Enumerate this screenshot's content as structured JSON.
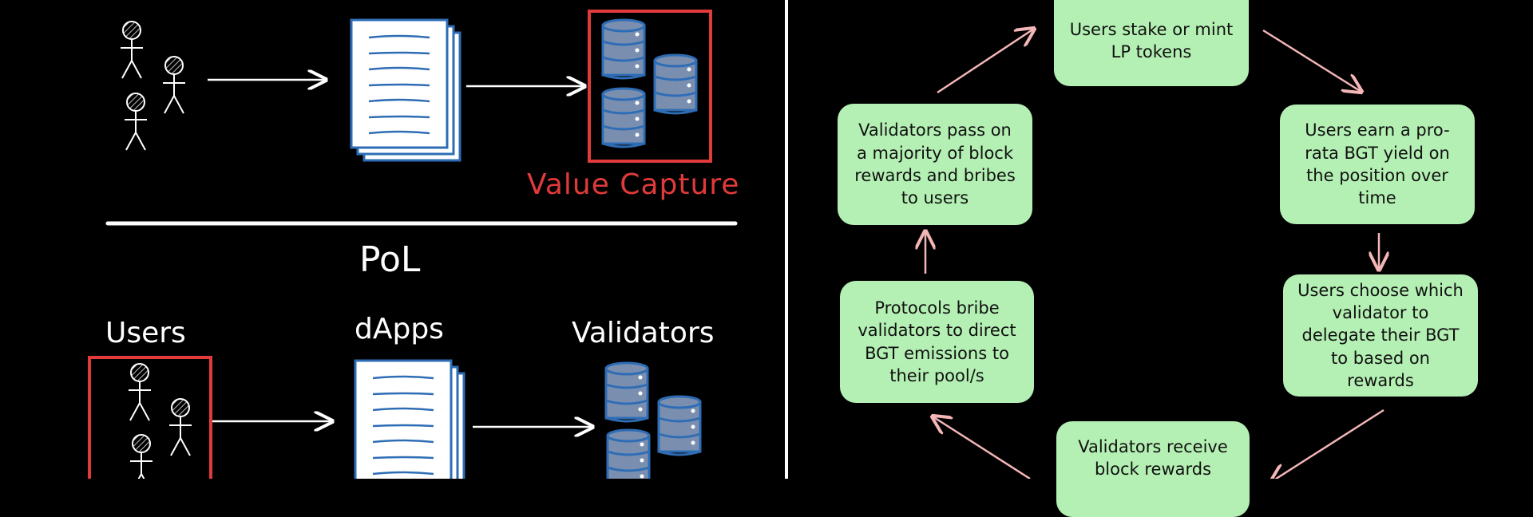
{
  "left_top": {
    "value_capture_label": "Value Capture"
  },
  "left_bottom": {
    "section_title": "PoL",
    "users_label": "Users",
    "dapps_label": "dApps",
    "validators_label": "Validators"
  },
  "cycle": {
    "steps": [
      "Users stake or mint\nLP tokens",
      "Users earn a pro-\nrata BGT yield on\nthe position over\ntime",
      "Users choose which\nvalidator to\ndelegate their BGT\nto based on\nrewards",
      "Validators receive\nblock rewards",
      "Protocols bribe\nvalidators to direct\nBGT emissions to\ntheir pool/s",
      "Validators pass on\na majority of block\nrewards and bribes\nto users"
    ]
  },
  "colors": {
    "background": "#000000",
    "box_fill": "#b4f0b4",
    "arrow_pink": "#f4b6b6",
    "highlight_red": "#e03a3a",
    "doc_blue": "#2e6db5",
    "db_fill": "#7a8fb0"
  }
}
